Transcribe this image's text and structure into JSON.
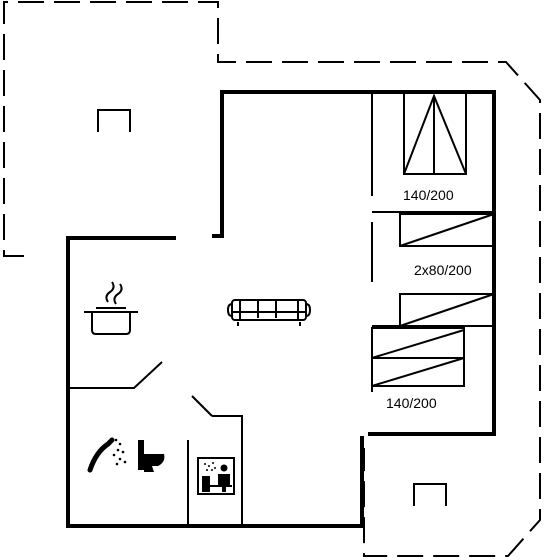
{
  "rooms": {
    "bedroom_top_label": "140/200",
    "bedroom_middle_label": "2x80/200",
    "bedroom_bottom_label": "140/200"
  },
  "icons": {
    "kitchen": "cooking-pot-icon",
    "living": "sofa-icon",
    "bath_shower": "shower-icon",
    "bath_toilet": "toilet-icon",
    "sauna": "sauna-icon",
    "terrace": "terrace-icon"
  }
}
